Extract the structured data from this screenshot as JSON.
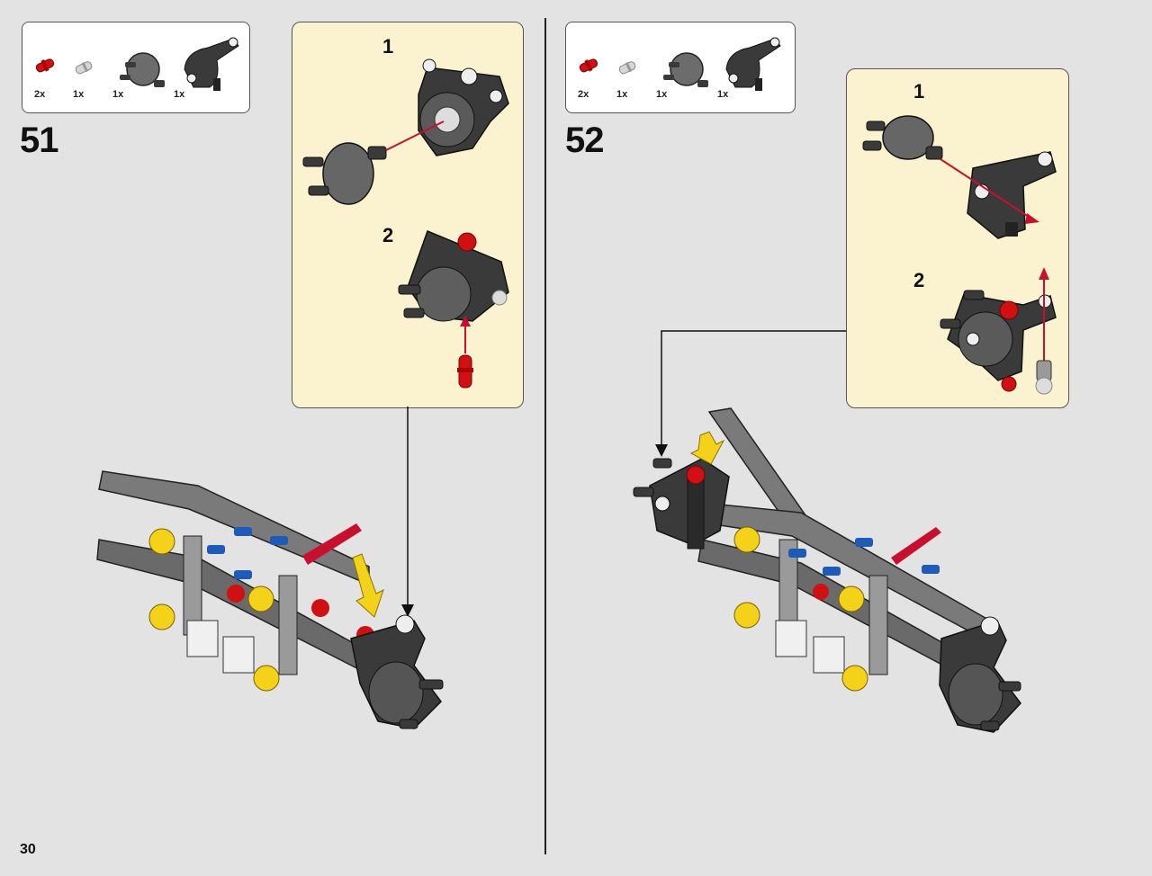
{
  "page_number": "30",
  "steps": [
    {
      "number": "51",
      "parts": [
        {
          "qty": "2x",
          "icon": "red-connector-pin-icon",
          "color": "#d01012"
        },
        {
          "qty": "1x",
          "icon": "grey-axle-pin-icon",
          "color": "#c8c8c8"
        },
        {
          "qty": "1x",
          "icon": "hub-drive-icon",
          "color": "#6c6c6c"
        },
        {
          "qty": "1x",
          "icon": "steering-knuckle-icon",
          "color": "#3a3a3a"
        }
      ],
      "substeps": [
        "1",
        "2"
      ]
    },
    {
      "number": "52",
      "parts": [
        {
          "qty": "2x",
          "icon": "red-connector-pin-icon",
          "color": "#d01012"
        },
        {
          "qty": "1x",
          "icon": "grey-axle-pin-icon",
          "color": "#c8c8c8"
        },
        {
          "qty": "1x",
          "icon": "hub-drive-icon",
          "color": "#6c6c6c"
        },
        {
          "qty": "1x",
          "icon": "steering-knuckle-icon",
          "color": "#3a3a3a"
        }
      ],
      "substeps": [
        "1",
        "2"
      ]
    }
  ],
  "colors": {
    "background": "#e3e3e3",
    "callout": "#fbf3cf",
    "arrow_red": "#c8102e",
    "arrow_yellow": "#f5d21a",
    "frame_grey": "#7a7a7a",
    "dark_grey": "#3a3a3a"
  }
}
